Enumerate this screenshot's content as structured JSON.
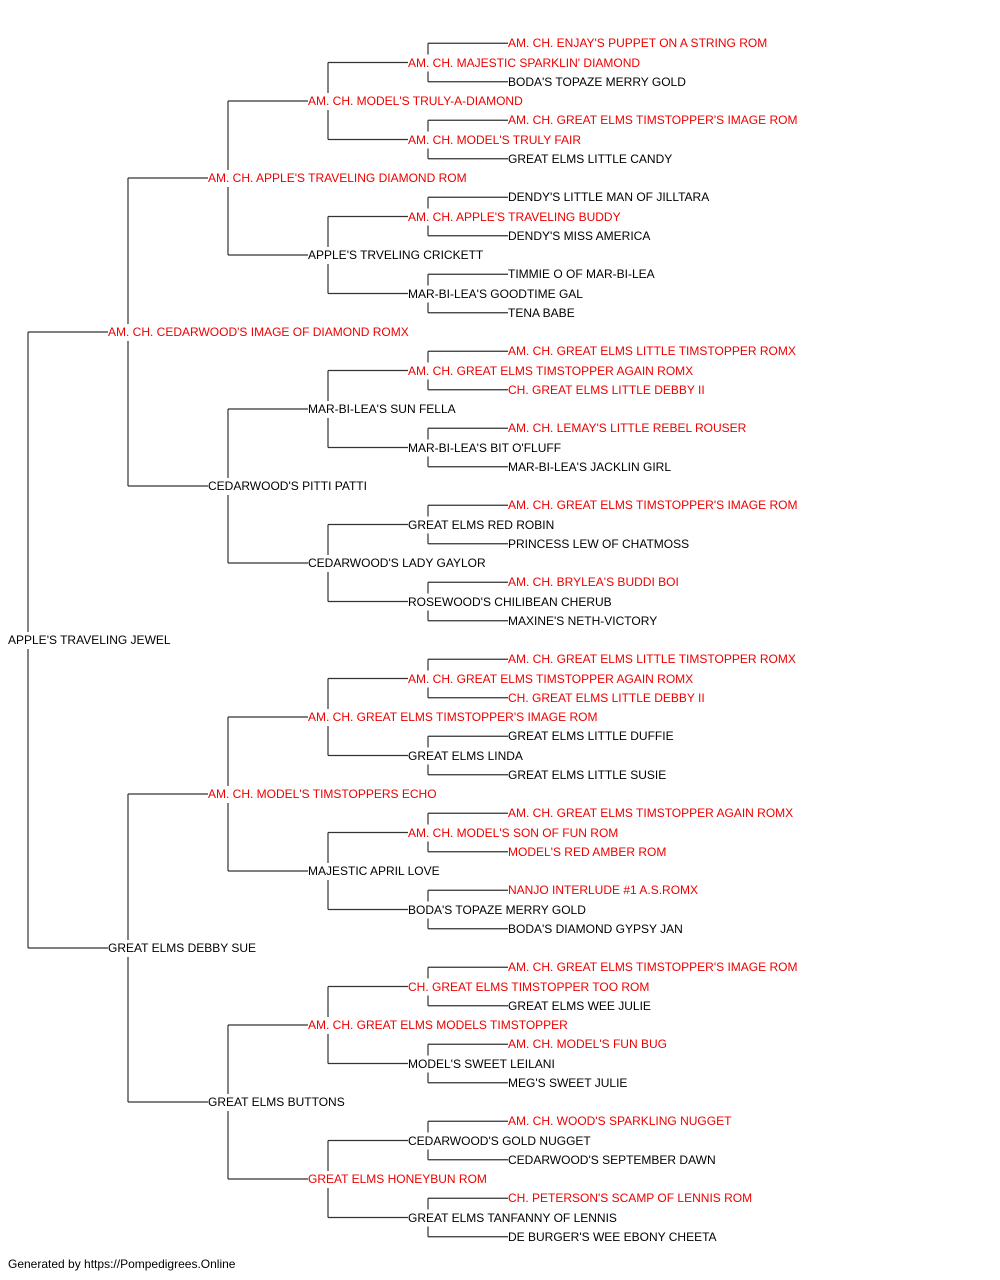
{
  "footer": "Generated by https://Pompedigrees.Online",
  "colors": {
    "titled": "#ee0000",
    "untitled": "#000000",
    "connector": "#333333"
  },
  "pedigree": {
    "name": "APPLE'S TRAVELING JEWEL",
    "titled": false,
    "sire": {
      "name": "AM. CH. CEDARWOOD'S IMAGE OF DIAMOND ROMX",
      "titled": true,
      "sire": {
        "name": "AM. CH. APPLE'S TRAVELING DIAMOND ROM",
        "titled": true,
        "sire": {
          "name": "AM. CH. MODEL'S TRULY-A-DIAMOND",
          "titled": true,
          "sire": {
            "name": "AM. CH. MAJESTIC SPARKLIN' DIAMOND",
            "titled": true,
            "sire": {
              "name": "AM. CH. ENJAY'S PUPPET ON A STRING ROM",
              "titled": true
            },
            "dam": {
              "name": "BODA'S TOPAZE MERRY GOLD",
              "titled": false
            }
          },
          "dam": {
            "name": "AM. CH. MODEL'S TRULY FAIR",
            "titled": true,
            "sire": {
              "name": "AM. CH. GREAT ELMS TIMSTOPPER'S IMAGE ROM",
              "titled": true
            },
            "dam": {
              "name": "GREAT ELMS LITTLE CANDY",
              "titled": false
            }
          }
        },
        "dam": {
          "name": "APPLE'S TRVELING CRICKETT",
          "titled": false,
          "sire": {
            "name": "AM. CH. APPLE'S TRAVELING BUDDY",
            "titled": true,
            "sire": {
              "name": "DENDY'S LITTLE MAN OF JILLTARA",
              "titled": false
            },
            "dam": {
              "name": "DENDY'S MISS AMERICA",
              "titled": false
            }
          },
          "dam": {
            "name": "MAR-BI-LEA'S GOODTIME GAL",
            "titled": false,
            "sire": {
              "name": "TIMMIE O OF MAR-BI-LEA",
              "titled": false
            },
            "dam": {
              "name": "TENA BABE",
              "titled": false
            }
          }
        }
      },
      "dam": {
        "name": "CEDARWOOD'S PITTI PATTI",
        "titled": false,
        "sire": {
          "name": "MAR-BI-LEA'S SUN FELLA",
          "titled": false,
          "sire": {
            "name": "AM. CH. GREAT ELMS TIMSTOPPER AGAIN ROMX",
            "titled": true,
            "sire": {
              "name": "AM. CH. GREAT ELMS LITTLE TIMSTOPPER ROMX",
              "titled": true
            },
            "dam": {
              "name": "CH. GREAT ELMS LITTLE DEBBY II",
              "titled": true
            }
          },
          "dam": {
            "name": "MAR-BI-LEA'S BIT O'FLUFF",
            "titled": false,
            "sire": {
              "name": "AM. CH. LEMAY'S LITTLE REBEL ROUSER",
              "titled": true
            },
            "dam": {
              "name": "MAR-BI-LEA'S JACKLIN GIRL",
              "titled": false
            }
          }
        },
        "dam": {
          "name": "CEDARWOOD'S LADY GAYLOR",
          "titled": false,
          "sire": {
            "name": "GREAT ELMS RED ROBIN",
            "titled": false,
            "sire": {
              "name": "AM. CH. GREAT ELMS TIMSTOPPER'S IMAGE ROM",
              "titled": true
            },
            "dam": {
              "name": "PRINCESS LEW OF CHATMOSS",
              "titled": false
            }
          },
          "dam": {
            "name": "ROSEWOOD'S CHILIBEAN CHERUB",
            "titled": false,
            "sire": {
              "name": "AM. CH. BRYLEA'S BUDDI BOI",
              "titled": true
            },
            "dam": {
              "name": "MAXINE'S NETH-VICTORY",
              "titled": false
            }
          }
        }
      }
    },
    "dam": {
      "name": "GREAT ELMS DEBBY SUE",
      "titled": false,
      "sire": {
        "name": "AM. CH. MODEL'S TIMSTOPPERS ECHO",
        "titled": true,
        "sire": {
          "name": "AM. CH. GREAT ELMS TIMSTOPPER'S IMAGE ROM",
          "titled": true,
          "sire": {
            "name": "AM. CH. GREAT ELMS TIMSTOPPER AGAIN ROMX",
            "titled": true,
            "sire": {
              "name": "AM. CH. GREAT ELMS LITTLE TIMSTOPPER ROMX",
              "titled": true
            },
            "dam": {
              "name": "CH. GREAT ELMS LITTLE DEBBY II",
              "titled": true
            }
          },
          "dam": {
            "name": "GREAT ELMS LINDA",
            "titled": false,
            "sire": {
              "name": "GREAT ELMS LITTLE DUFFIE",
              "titled": false
            },
            "dam": {
              "name": "GREAT ELMS LITTLE SUSIE",
              "titled": false
            }
          }
        },
        "dam": {
          "name": "MAJESTIC APRIL LOVE",
          "titled": false,
          "sire": {
            "name": "AM. CH. MODEL'S SON OF FUN ROM",
            "titled": true,
            "sire": {
              "name": "AM. CH. GREAT ELMS TIMSTOPPER AGAIN ROMX",
              "titled": true
            },
            "dam": {
              "name": "MODEL'S RED AMBER ROM",
              "titled": true
            }
          },
          "dam": {
            "name": "BODA'S TOPAZE MERRY GOLD",
            "titled": false,
            "sire": {
              "name": "NANJO INTERLUDE #1 A.S.ROMX",
              "titled": true
            },
            "dam": {
              "name": "BODA'S DIAMOND GYPSY JAN",
              "titled": false
            }
          }
        }
      },
      "dam": {
        "name": "GREAT ELMS BUTTONS",
        "titled": false,
        "sire": {
          "name": "AM. CH. GREAT ELMS MODELS TIMSTOPPER",
          "titled": true,
          "sire": {
            "name": "CH. GREAT ELMS TIMSTOPPER TOO ROM",
            "titled": true,
            "sire": {
              "name": "AM. CH. GREAT ELMS TIMSTOPPER'S IMAGE ROM",
              "titled": true
            },
            "dam": {
              "name": "GREAT ELMS WEE JULIE",
              "titled": false
            }
          },
          "dam": {
            "name": "MODEL'S SWEET LEILANI",
            "titled": false,
            "sire": {
              "name": "AM. CH. MODEL'S FUN BUG",
              "titled": true
            },
            "dam": {
              "name": "MEG'S SWEET JULIE",
              "titled": false
            }
          }
        },
        "dam": {
          "name": "GREAT ELMS HONEYBUN ROM",
          "titled": true,
          "sire": {
            "name": "CEDARWOOD'S GOLD NUGGET",
            "titled": false,
            "sire": {
              "name": "AM. CH. WOOD'S SPARKLING NUGGET",
              "titled": true
            },
            "dam": {
              "name": "CEDARWOOD'S SEPTEMBER DAWN",
              "titled": false
            }
          },
          "dam": {
            "name": "GREAT ELMS TANFANNY OF LENNIS",
            "titled": false,
            "sire": {
              "name": "CH. PETERSON'S SCAMP OF LENNIS ROM",
              "titled": true
            },
            "dam": {
              "name": "DE BURGER'S WEE EBONY CHEETA",
              "titled": false
            }
          }
        }
      }
    }
  }
}
